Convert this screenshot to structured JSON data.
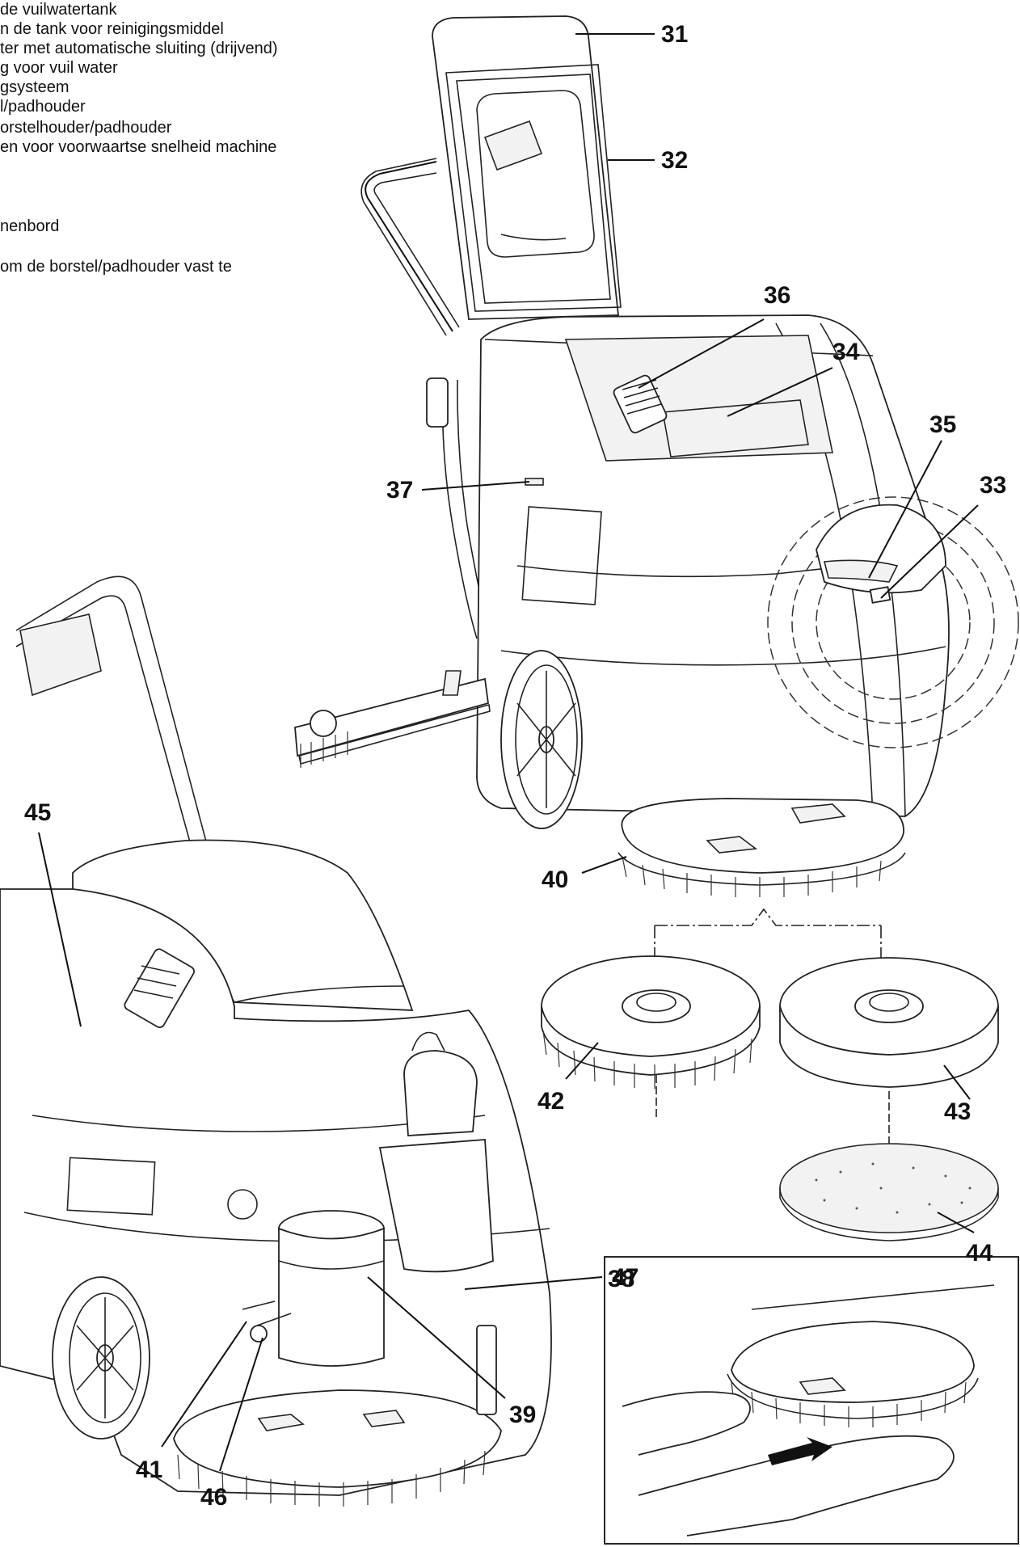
{
  "legend": [
    "de vuilwatertank",
    "n de tank voor reinigingsmiddel",
    "ter met automatische sluiting (drijvend)",
    "g voor vuil water",
    "gsysteem",
    "l/padhouder",
    "orstelhouder/padhouder",
    "en voor voorwaartse snelheid machine",
    "nenbord",
    "om de borstel/padhouder vast te"
  ],
  "callouts": {
    "c31": "31",
    "c32": "32",
    "c33": "33",
    "c34": "34",
    "c35": "35",
    "c36": "36",
    "c37": "37",
    "c38": "38",
    "c39": "39",
    "c40": "40",
    "c41": "41",
    "c42": "42",
    "c43": "43",
    "c44": "44",
    "c45": "45",
    "c46": "46",
    "c47": "47"
  }
}
